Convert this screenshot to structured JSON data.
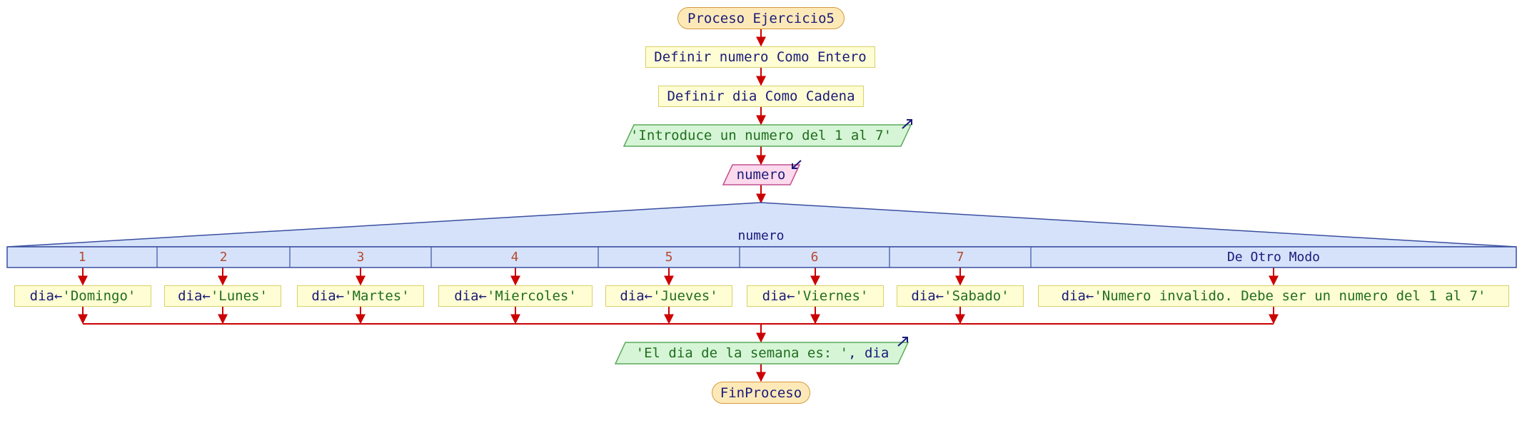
{
  "process": {
    "start": "Proceso Ejercicio5",
    "end": "FinProceso"
  },
  "steps": {
    "def_numero": "Definir numero Como Entero",
    "def_dia": "Definir dia Como Cadena",
    "prompt_text": "'Introduce un numero del 1 al 7'",
    "read_var": "numero"
  },
  "switch": {
    "variable": "numero",
    "cases": [
      {
        "label": "1",
        "var": "dia",
        "arrow": "←",
        "value": "'Domingo'"
      },
      {
        "label": "2",
        "var": "dia",
        "arrow": "←",
        "value": "'Lunes'"
      },
      {
        "label": "3",
        "var": "dia",
        "arrow": "←",
        "value": "'Martes'"
      },
      {
        "label": "4",
        "var": "dia",
        "arrow": "←",
        "value": "'Miercoles'"
      },
      {
        "label": "5",
        "var": "dia",
        "arrow": "←",
        "value": "'Jueves'"
      },
      {
        "label": "6",
        "var": "dia",
        "arrow": "←",
        "value": "'Viernes'"
      },
      {
        "label": "7",
        "var": "dia",
        "arrow": "←",
        "value": "'Sabado'"
      },
      {
        "label": "De Otro Modo",
        "var": "dia",
        "arrow": "←",
        "value": "'Numero invalido. Debe ser un numero del 1 al 7'"
      }
    ]
  },
  "output": {
    "string": "'El dia de la semana es: '",
    "sep": ", ",
    "var": "dia"
  },
  "colors": {
    "flow_line": "#cc0000",
    "io_output_fill": "#d6f5d6",
    "io_output_border": "#5aaa5a",
    "io_input_fill": "#fcd9ec",
    "io_input_border": "#c2508e",
    "switch_fill": "#d6e2fa",
    "switch_border": "#3a4fa0"
  },
  "icons": {
    "output": "arrow-out-icon",
    "input": "arrow-in-icon"
  }
}
